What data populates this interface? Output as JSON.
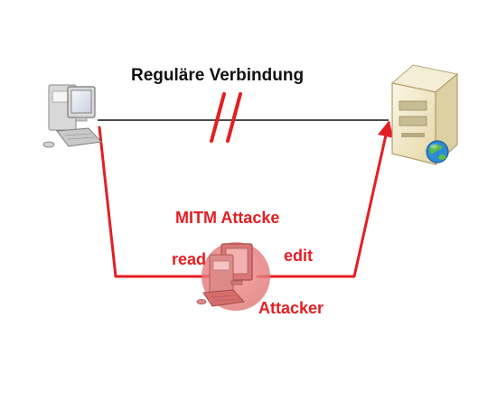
{
  "diagram": {
    "regular_connection_label": "Reguläre Verbindung",
    "attack_title": "MITM Attacke",
    "read_label": "read",
    "edit_label": "edit",
    "attacker_label": "Attacker"
  },
  "colors": {
    "regular_line": "#111111",
    "attack_line": "#e41e22",
    "attacker_glow": "#ef8f8f",
    "server_body": "#efe6c4",
    "globe": "#2d8bd6"
  },
  "icons": {
    "client": "desktop-computer-icon",
    "server": "server-with-globe-icon",
    "attacker": "attacker-computer-icon",
    "break_mark": "double-slash-icon"
  }
}
